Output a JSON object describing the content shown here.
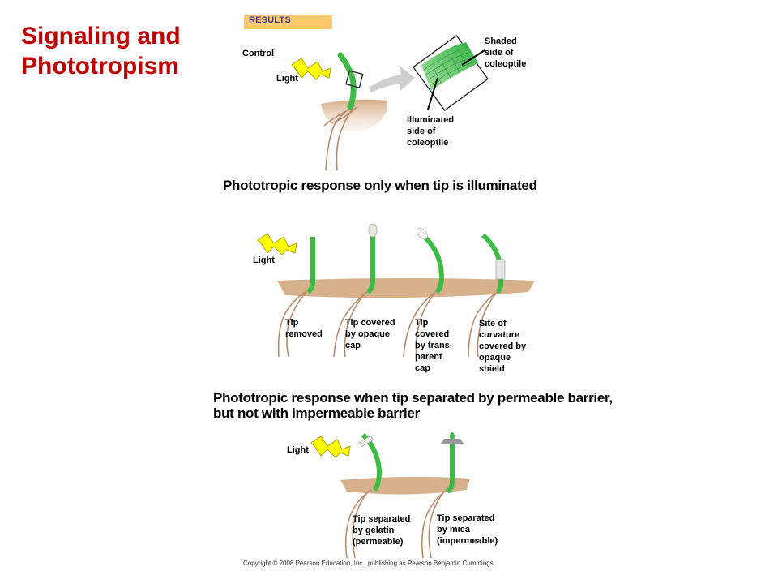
{
  "slide": {
    "title_line1": "Signaling and",
    "title_line2": "Phototropism",
    "colors": {
      "title": "#c00000",
      "results_badge_bg": "#fcc96a",
      "results_badge_text": "#4b3a8c",
      "coleoptile_green": "#3dbb45",
      "soil": "#d9b48f",
      "root": "#b98a6a",
      "light_bolt": "#ffff00"
    }
  },
  "results_badge": {
    "label": "RESULTS"
  },
  "control_panel": {
    "control_label": "Control",
    "light_label": "Light",
    "shaded_label": "Shaded\nside of\ncoleoptile",
    "illuminated_label": "Illuminated\nside of\ncoleoptile"
  },
  "heading1": "Phototropic response only when tip is illuminated",
  "panel2": {
    "light_label": "Light",
    "seedlings": [
      {
        "label": "Tip\nremoved",
        "condition": "tip-removed"
      },
      {
        "label": "Tip covered\nby opaque\ncap",
        "condition": "opaque-cap"
      },
      {
        "label": "Tip\ncovered\nby trans-\nparent\ncap",
        "condition": "transparent-cap"
      },
      {
        "label": "Site of\ncurvature\ncovered by\nopaque\nshield",
        "condition": "opaque-shield"
      }
    ]
  },
  "heading2": "Phototropic response when tip separated by permeable barrier,\n but not with impermeable barrier",
  "panel3": {
    "light_label": "Light",
    "seedlings": [
      {
        "label": "Tip separated\nby gelatin\n(permeable)",
        "condition": "gelatin"
      },
      {
        "label": "Tip separated\nby mica\n(impermeable)",
        "condition": "mica"
      }
    ]
  },
  "copyright": "Copyright © 2008 Pearson Education, Inc., publishing as Pearson Benjamin Cummings."
}
